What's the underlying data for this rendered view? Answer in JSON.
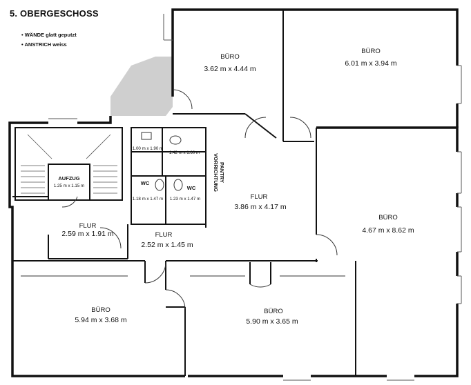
{
  "title": "5. OBERGESCHOSS",
  "notes": [
    "WÄNDE glatt geputzt",
    "ANSTRICH weiss"
  ],
  "rooms": [
    {
      "name": "BÜRO",
      "dim": "3.62 m x 4.44 m"
    },
    {
      "name": "BÜRO",
      "dim": "6.01 m x 3.94 m"
    },
    {
      "name": "BÜRO",
      "dim": "4.67 m x 8.62 m"
    },
    {
      "name": "FLUR",
      "dim": "3.86 m x 4.17 m"
    },
    {
      "name": "FLUR",
      "dim": "2.52 m x 1.45 m"
    },
    {
      "name": "FLUR",
      "dim": "2.59 m x 1.91 m"
    },
    {
      "name": "BÜRO",
      "dim": "5.94 m x 3.68 m"
    },
    {
      "name": "BÜRO",
      "dim": "5.90 m x 3.65 m"
    }
  ],
  "small": {
    "aufzug": "AUFZUG",
    "aufzug_dim": "1.25 m x 1.15 m",
    "wc": "WC",
    "wc1_dim": "1.18 m x 1.47 m",
    "wc2_dim": "1.23 m x 1.47 m",
    "dim_a": "1.00 m x 1.90 m",
    "dim_b": "1.42 m x 1.60 m",
    "pantry1": "VORRICHTUNG",
    "pantry2": "PANTRY"
  }
}
